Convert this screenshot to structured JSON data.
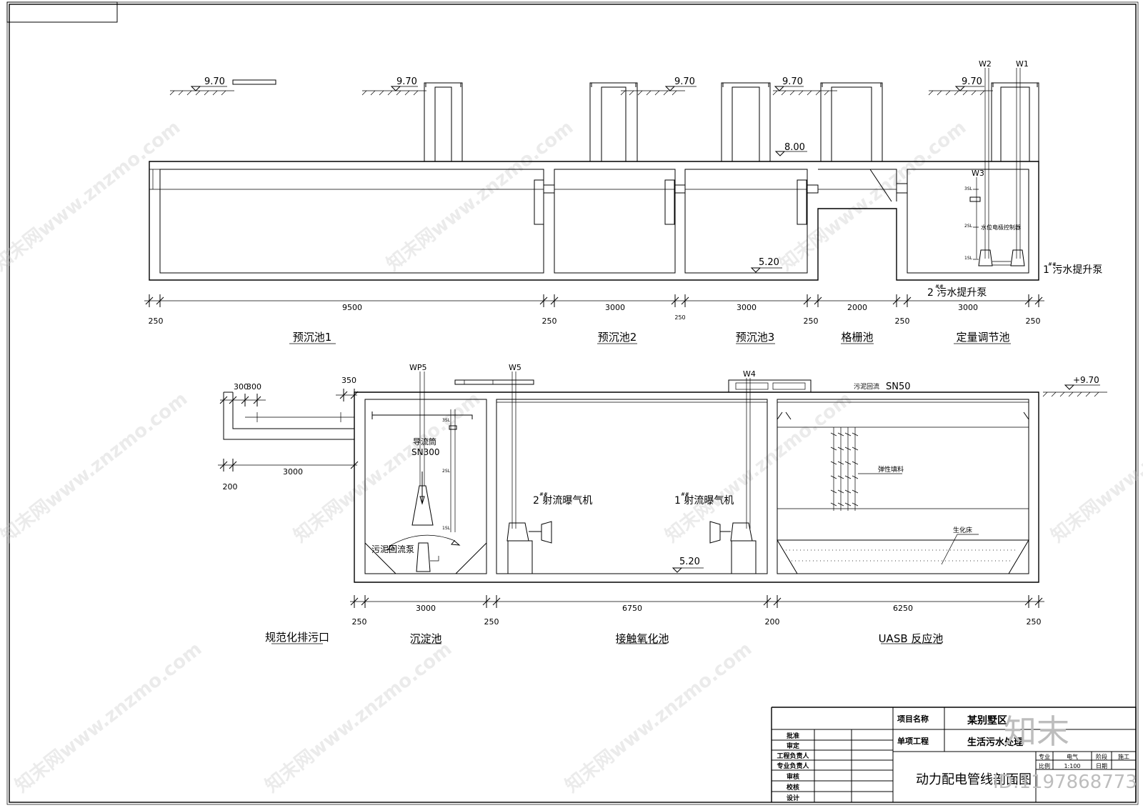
{
  "elevations": {
    "ground": "9.70",
    "ground_plus": "+9.70",
    "top": "8.00",
    "bottom": "5.20"
  },
  "pipes": {
    "w1": "W1",
    "w2": "W2",
    "w3": "W3",
    "w4": "W4",
    "w5": "W5",
    "wp5": "WP5"
  },
  "top_section": {
    "dims": [
      "250",
      "9500",
      "250",
      "3000",
      "250",
      "3000",
      "250",
      "2000",
      "250",
      "3000",
      "250"
    ],
    "tank_names": [
      "预沉池1",
      "预沉池2",
      "预沉池3",
      "格栅池",
      "定量调节池"
    ],
    "pump_1_label": "1 污水提升泵",
    "pump_2_label": "2 污水提升泵",
    "pump_sup": "##",
    "controller_label": "水位电极控制器",
    "level_marks": [
      "3SL",
      "2SL",
      "1SL"
    ]
  },
  "bottom_section": {
    "outlet_dims": [
      "300",
      "300",
      "350",
      "3000",
      "200"
    ],
    "dims": [
      "250",
      "3000",
      "250",
      "6750",
      "200",
      "6250",
      "250"
    ],
    "tank_names": [
      "规范化排污口",
      "沉淀池",
      "接触氧化池",
      "UASB 反应池"
    ],
    "guide_tube_label": "导流筒",
    "guide_tube_size": "SN300",
    "sludge_pump_label": "污泥回流泵",
    "aerator_2_label": "2 射流曝气机",
    "aerator_1_label": "1 射流曝气机",
    "aerator_sup": "##",
    "sludge_return_label": "污泥回流",
    "sludge_return_size": "SN50",
    "filler_label": "弹性填料",
    "biobed_label": "生化床",
    "level_marks": [
      "3SL",
      "2SL",
      "1SL"
    ]
  },
  "title_block": {
    "project_label": "项目名称",
    "project_value": "某别墅区",
    "subproject_label": "单项工程",
    "subproject_value": "生活污水处理",
    "drawing_title": "动力配电管线剖面图",
    "roles": [
      "批准",
      "审定",
      "工程负责人",
      "专业负责人",
      "审核",
      "校核",
      "设计"
    ],
    "specialty_label": "专业",
    "specialty_value": "电气",
    "stage_label": "阶段",
    "stage_value": "施工",
    "scale_label": "比例",
    "scale_value": "1:100",
    "date_label": "日期",
    "id_text": "ID:1197868773",
    "logo_text": "知末"
  },
  "watermark": {
    "text": "知末网www.znzmo.com"
  }
}
